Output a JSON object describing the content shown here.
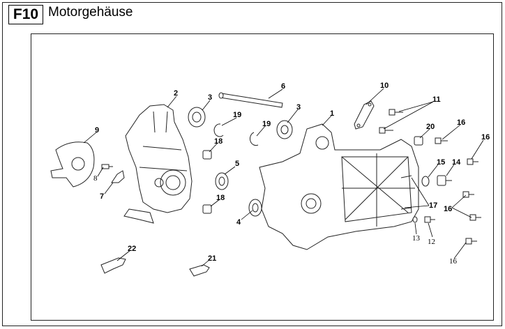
{
  "header": {
    "code": "F10",
    "title": "Motorgehäuse"
  },
  "callouts": [
    {
      "id": "c1",
      "label": "1"
    },
    {
      "id": "c2",
      "label": "2"
    },
    {
      "id": "c3a",
      "label": "3"
    },
    {
      "id": "c3b",
      "label": "3"
    },
    {
      "id": "c4",
      "label": "4"
    },
    {
      "id": "c5",
      "label": "5"
    },
    {
      "id": "c6",
      "label": "6"
    },
    {
      "id": "c7",
      "label": "7"
    },
    {
      "id": "c8",
      "label": "8"
    },
    {
      "id": "c9",
      "label": "9"
    },
    {
      "id": "c10",
      "label": "10"
    },
    {
      "id": "c11",
      "label": "11"
    },
    {
      "id": "c12",
      "label": "12"
    },
    {
      "id": "c13",
      "label": "13"
    },
    {
      "id": "c14",
      "label": "14"
    },
    {
      "id": "c15",
      "label": "15"
    },
    {
      "id": "c16a",
      "label": "16"
    },
    {
      "id": "c16b",
      "label": "16"
    },
    {
      "id": "c16c",
      "label": "16"
    },
    {
      "id": "c16d",
      "label": "16"
    },
    {
      "id": "c17",
      "label": "17"
    },
    {
      "id": "c18a",
      "label": "18"
    },
    {
      "id": "c18b",
      "label": "18"
    },
    {
      "id": "c19a",
      "label": "19"
    },
    {
      "id": "c19b",
      "label": "19"
    },
    {
      "id": "c20",
      "label": "20"
    },
    {
      "id": "c21",
      "label": "21"
    },
    {
      "id": "c22",
      "label": "22"
    }
  ]
}
